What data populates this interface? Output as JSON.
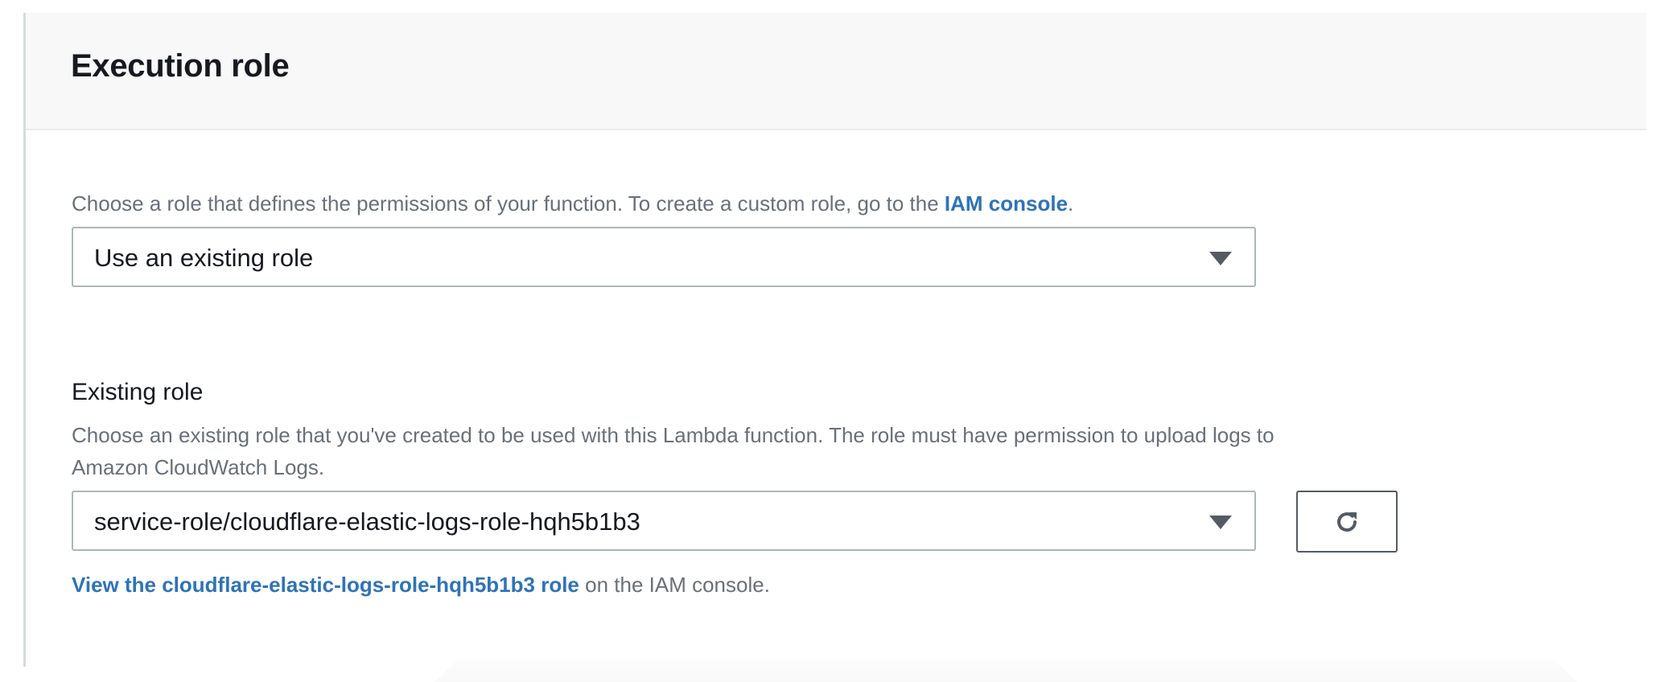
{
  "section": {
    "title": "Execution role",
    "intro_text": "Choose a role that defines the permissions of your function. To create a custom role, go to the ",
    "intro_link": "IAM console",
    "intro_end": ".",
    "role_type_select": {
      "value": "Use an existing role",
      "icon": "caret-down-icon"
    },
    "existing_role": {
      "label": "Existing role",
      "description_line1": "Choose an existing role that you've created to be used with this Lambda function. The role must have permission to upload logs to",
      "description_line2": "Amazon CloudWatch Logs.",
      "select_value": "service-role/cloudflare-elastic-logs-role-hqh5b1b3",
      "refresh_icon": "refresh-icon",
      "view_link": "View the cloudflare-elastic-logs-role-hqh5b1b3 role",
      "view_suffix": " on the IAM console."
    }
  },
  "colors": {
    "link": "#2e73b8",
    "text": "#16191f",
    "secondary": "#687078",
    "border": "#aab7b8"
  }
}
